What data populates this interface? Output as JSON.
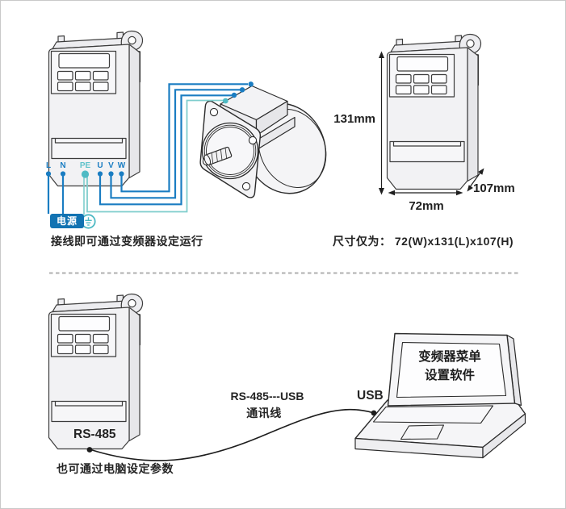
{
  "top_left": {
    "terminals": [
      "L",
      "N",
      "PE",
      "U",
      "V",
      "W"
    ],
    "power_badge": "电源",
    "caption": "接线即可通过变频器设定运行"
  },
  "dims": {
    "height_label": "131mm",
    "width_label": "72mm",
    "depth_label": "107mm",
    "caption": "尺寸仅为： 72(W)x131(L)x107(H)"
  },
  "pc": {
    "port_label": "RS-485",
    "cable_label_top": "RS-485---USB",
    "cable_label_bottom": "通讯线",
    "usb_label": "USB",
    "screen_line1": "变频器菜单",
    "screen_line2": "设置软件",
    "caption": "也可通过电脑设定参数"
  },
  "colors": {
    "wire_blue": "#1a7dc2",
    "wire_teal": "#7fcecd",
    "teal_dark": "#4fbac4",
    "badge_blue": "#1273b2",
    "device_outline": "#3c3c3c",
    "divider_gray": "#afafaf"
  }
}
